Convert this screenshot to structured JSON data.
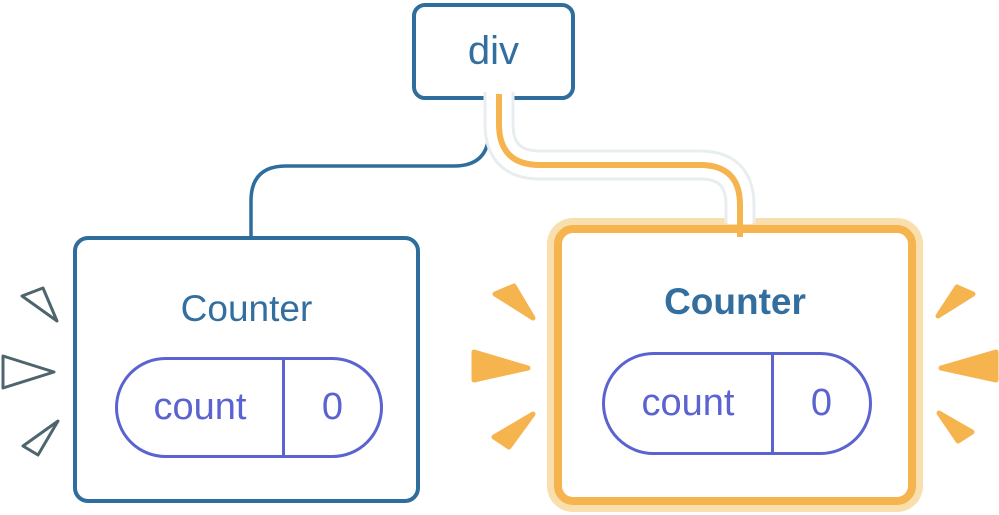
{
  "diagram": {
    "description": "React component tree: a div root with two Counter children; the second Counter is highlighted",
    "root": {
      "label": "div"
    },
    "children": [
      {
        "label": "Counter",
        "highlighted": false,
        "state": {
          "key": "count",
          "value": "0"
        }
      },
      {
        "label": "Counter",
        "highlighted": true,
        "state": {
          "key": "count",
          "value": "0"
        }
      }
    ]
  },
  "colors": {
    "blue": "#2e6d9c",
    "text_blue": "#336f9e",
    "indigo": "#5b63d1",
    "orange": "#f6b44e",
    "orange_light": "#fadfae",
    "spark_outline": "#4e656e",
    "casing_halo": "#e8edf0",
    "bg": "#ffffff"
  }
}
